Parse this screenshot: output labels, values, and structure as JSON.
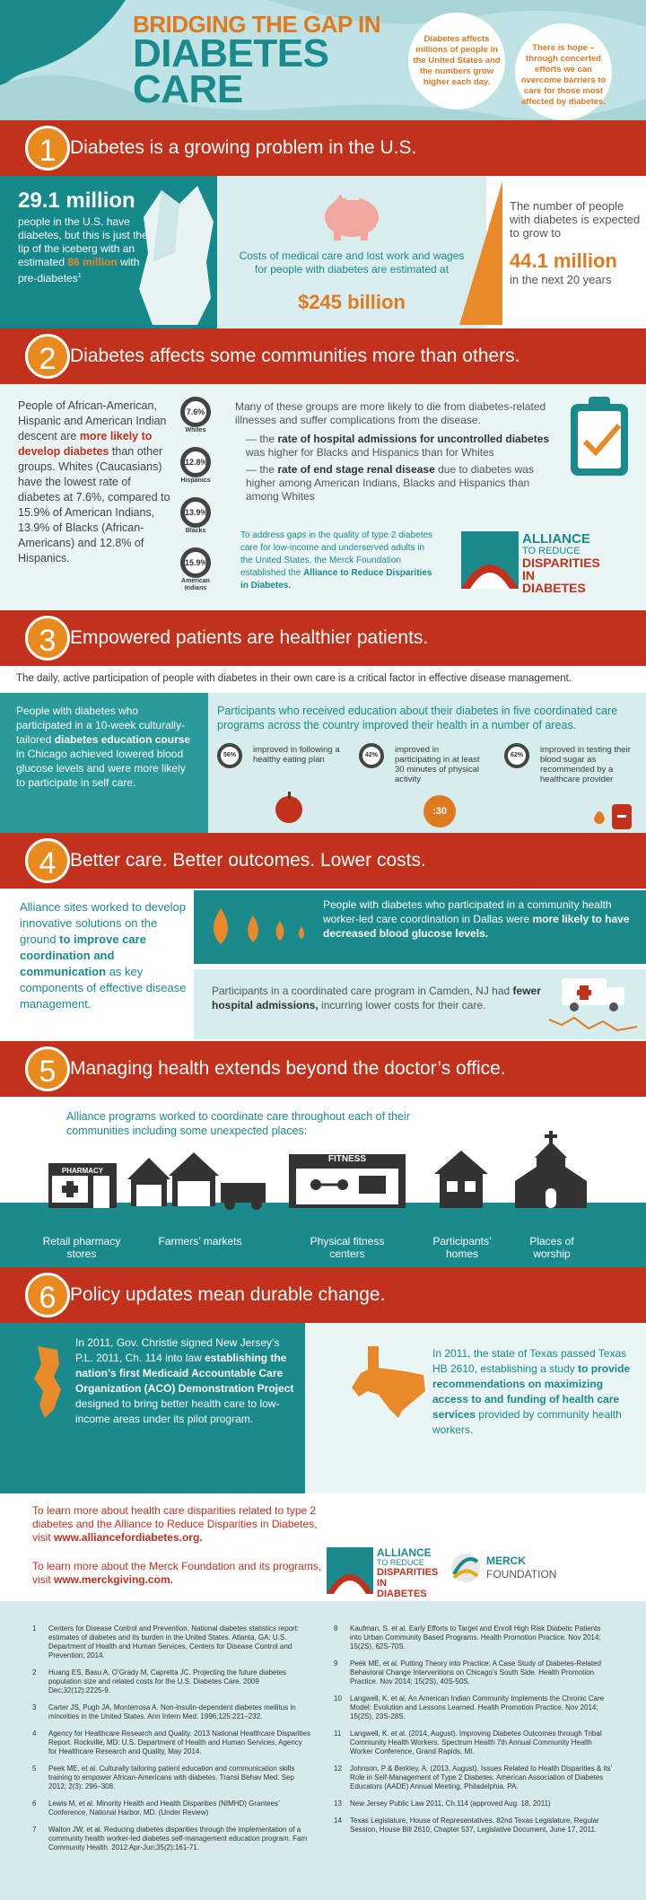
{
  "header": {
    "line1": "BRIDGING THE GAP IN",
    "line2": "DIABETES",
    "line3": "CARE",
    "bubble1": "Diabetes affects millions of people in the United States and the numbers grow higher each day.",
    "bubble2": "There is hope – through concerted efforts we can overcome barriers to care for those most affected by diabetes."
  },
  "sections": [
    {
      "num": "1",
      "title": "Diabetes is a growing problem in the U.S."
    },
    {
      "num": "2",
      "title": "Diabetes affects some communities more than others."
    },
    {
      "num": "3",
      "title": "Empowered patients are healthier patients."
    },
    {
      "num": "4",
      "title": "Better care. Better outcomes. Lower costs."
    },
    {
      "num": "5",
      "title": "Managing health extends beyond the doctor’s office."
    },
    {
      "num": "6",
      "title": "Policy updates mean durable change."
    }
  ],
  "s1": {
    "big1": "29.1 million",
    "text1a": "people in the U.S. have diabetes, but this is just the tip of the iceberg with an estimated",
    "big1b": "86 million",
    "text1b": "with pre-diabetes",
    "cost_text": "Costs of medical care and lost work and wages for people with diabetes are estimated at",
    "cost_value": "$245 billion",
    "grow_text": "The number of people with diabetes is expected to grow to",
    "grow_value": "44.1 million",
    "grow_tail": "in the next 20 years"
  },
  "s2": {
    "left_a": "People of African-American, Hispanic and American Indian descent are",
    "left_bold": "more likely to develop diabetes",
    "left_b": "than other groups. Whites (Caucasians) have the lowest rate of diabetes at 7.6%, compared to 15.9% of American Indians, 13.9% of Blacks (African-Americans) and 12.8% of Hispanics.",
    "rates": [
      {
        "pct": "7.6%",
        "label": "Whites"
      },
      {
        "pct": "12.8%",
        "label": "Hispanics"
      },
      {
        "pct": "13.9%",
        "label": "Blacks"
      },
      {
        "pct": "15.9%",
        "label": "American Indians"
      }
    ],
    "right_intro": "Many of these groups are more likely to die from diabetes-related illnesses and suffer complications from the disease.",
    "bullet1_pre": "— the",
    "bullet1_bold": "rate of hospital admissions for uncontrolled diabetes",
    "bullet1_post": "was higher for Blacks and Hispanics than for Whites",
    "bullet2_pre": "— the",
    "bullet2_bold": "rate of end stage renal disease",
    "bullet2_post": "due to diabetes was higher among American Indians, Blacks and Hispanics than among Whites",
    "alliance_text": "To address gaps in the quality of type 2 diabetes care for low-income and underserved adults in the United States, the Merck Foundation established the",
    "alliance_bold": "Alliance to Reduce Disparities in Diabetes.",
    "logo_l1": "ALLIANCE",
    "logo_l2": "TO REDUCE",
    "logo_l3": "DISPARITIES",
    "logo_l4": "IN DIABETES"
  },
  "s3": {
    "intro": "The daily, active participation of people with diabetes in their own care is a critical factor in effective disease management.",
    "left_a": "People with diabetes who participated in a 10-week culturally-tailored",
    "left_bold": "diabetes education course",
    "left_b": "in Chicago achieved lowered blood glucose levels and were more likely to participate in self care.",
    "right_head": "Participants who received education about their diabetes in five coordinated care programs across the country improved their health in a number of areas.",
    "stats": [
      {
        "pct": "56%",
        "text": "improved in following a healthy eating plan"
      },
      {
        "pct": "42%",
        "text": "improved in participating in at least 30 minutes of physical activity"
      },
      {
        "pct": "62%",
        "text": "improved in testing their blood sugar as recommended by a healthcare provider"
      }
    ],
    "timer": ":30"
  },
  "s4": {
    "left_a": "Alliance sites worked to develop innovative solutions on the ground",
    "left_bold": "to improve care coordination and communication",
    "left_b": "as key components of effective disease management.",
    "right1_a": "People with diabetes who participated in a community health worker-led care coordination in Dallas were",
    "right1_bold": "more likely to have decreased blood glucose levels.",
    "right2_a": "Participants in a coordinated care program in Camden, NJ had",
    "right2_bold": "fewer hospital admissions,",
    "right2_b": "incurring lower costs for their care."
  },
  "s5": {
    "intro": "Alliance programs worked to coordinate care throughout each of their communities including some unexpected places:",
    "pharmacy_sign": "PHARMACY",
    "fitness_sign": "FITNESS",
    "places": [
      {
        "label": "Retail pharmacy stores"
      },
      {
        "label": "Farmers’ markets"
      },
      {
        "label": "Physical fitness centers"
      },
      {
        "label": "Participants’ homes"
      },
      {
        "label": "Places of worship"
      }
    ]
  },
  "s6": {
    "left_a": "In 2011, Gov. Christie signed New Jersey’s P.L. 2011, Ch. 114 into law",
    "left_bold": "establishing the nation’s first Medicaid Accountable Care Organization (ACO) Demonstration Project",
    "left_b": "designed to bring better health care to low-income areas under its pilot program.",
    "right_a": "In 2011, the state of Texas passed Texas HB 2610, establishing a study",
    "right_bold": "to provide recommendations on maximizing access to and funding of health care services",
    "right_b": "provided by community health workers."
  },
  "learn": {
    "line1": "To learn more about health care disparities related to type 2 diabetes and the Alliance to Reduce Disparities in Diabetes, visit",
    "url1": "www.alliancefordiabetes.org.",
    "line2": "To learn more about the Merck Foundation and its programs, visit",
    "url2": "www.merckgiving.com.",
    "merck1": "MERCK",
    "merck2": "FOUNDATION"
  },
  "references": [
    {
      "n": "1",
      "t": "Centers for Disease Control and Prevention. National diabetes statistics report: estimates of diabetes and its burden in the United States. Atlanta, GA: U.S. Department of Health and Human Services, Centers for Disease Control and Prevention, 2014."
    },
    {
      "n": "2",
      "t": "Huang ES, Basu A, O’Grady M, Capretta JC. Projecting the future diabetes population size and related costs for the U.S. Diabetes Care. 2009 Dec;32(12):2225-9."
    },
    {
      "n": "3",
      "t": "Carter JS, Pugh JA, Monterrosa A. Non-insulin-dependent diabetes mellitus in minorities in the United States. Ann Intern Med. 1996;125:221–232."
    },
    {
      "n": "4",
      "t": "Agency for Healthcare Research and Quality. 2013 National Healthcare Disparities Report. Rockville, MD: U.S. Department of Health and Human Services, Agency for Healthcare Research and Quality, May 2014."
    },
    {
      "n": "5",
      "t": "Peek ME, et al. Culturally tailoring patient education and communication skills training to empower African-Americans with diabetes. Transl Behav Med. Sep 2012; 2(3): 296–308."
    },
    {
      "n": "6",
      "t": "Lewis M, et al. Minority Health and Health Disparities (NIMHD) Grantees’ Conference, National Harbor, MD. (Under Review)"
    },
    {
      "n": "7",
      "t": "Walton JW, et al. Reducing diabetes disparities through the implementation of a community health worker-led diabetes self-management education program. Fam Community Health. 2012 Apr-Jun;35(2):161-71."
    },
    {
      "n": "8",
      "t": "Kaufman, S. et al. Early Efforts to Target and Enroll High Risk Diabetic Patients into Urban Community Based Programs. Health Promotion Practice. Nov 2014; 15(2S), 62S-70S."
    },
    {
      "n": "9",
      "t": "Peek ME, et al. Putting Theory into Practice: A Case Study of Diabetes-Related Behavioral Change Interventions on Chicago’s South Side. Health Promotion Practice. Nov 2014; 15(2S), 40S-50S."
    },
    {
      "n": "10",
      "t": "Langwell, K. et al. An American Indian Community Implements the Chronic Care Model: Evolution and Lessons Learned. Health Promotion Practice. Nov 2014; 15(2S), 23S-28S."
    },
    {
      "n": "11",
      "t": "Langwell, K. et al. (2014, August). Improving Diabetes Outcomes through Tribal Community Health Workers. Spectrum Health 7th Annual Community Health Worker Conference, Grand Rapids, MI."
    },
    {
      "n": "12",
      "t": "Johnson, P & Berkley, A. (2013, August). Issues Related to Health Disparities & its’ Role in Self-Management of Type 2 Diabetes. American Association of Diabetes Educators (AADE) Annual Meeting, Philadelphia, PA."
    },
    {
      "n": "13",
      "t": "New Jersey Public Law 2011, Ch.114 (approved Aug. 18, 2011)"
    },
    {
      "n": "14",
      "t": "Texas Legislature, House of Representatives. 82nd Texas Legislature, Regular Session, House Bill 2610, Chapter 537, Legislative Document, June 17, 2011."
    }
  ],
  "colors": {
    "teal": "#1a8a8c",
    "orange": "#e07a20",
    "red": "#c2311c",
    "light_teal": "#d7ecec"
  }
}
